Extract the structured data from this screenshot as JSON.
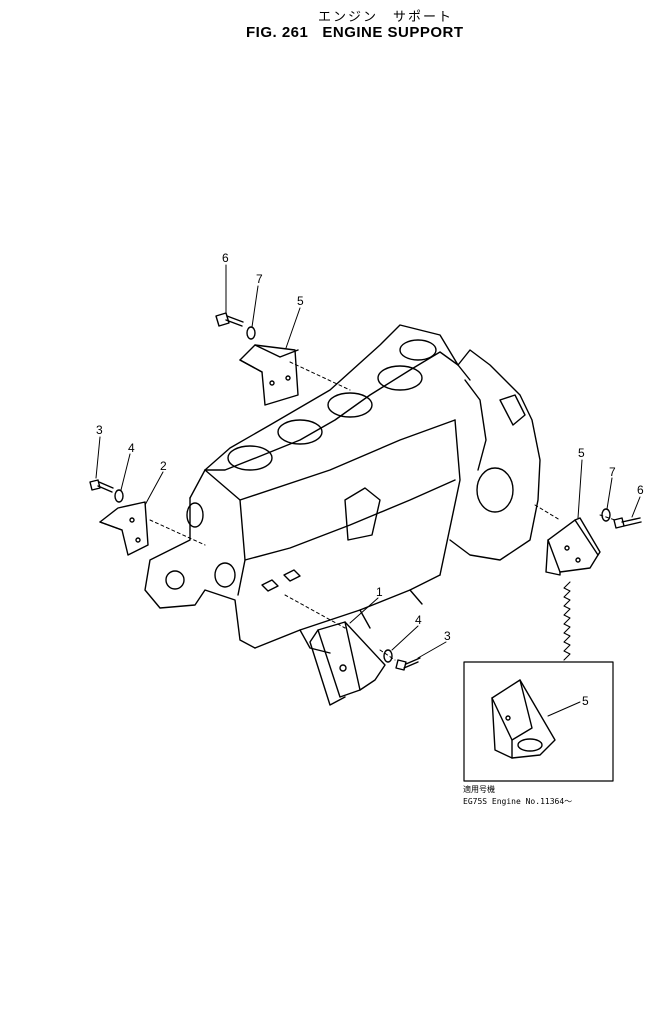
{
  "figure": {
    "title_jp": "エンジン　サポート",
    "fig_number": "FIG. 261",
    "title_en": "ENGINE SUPPORT"
  },
  "callouts": [
    {
      "id": "c6a",
      "label": "6"
    },
    {
      "id": "c7a",
      "label": "7"
    },
    {
      "id": "c5a",
      "label": "5"
    },
    {
      "id": "c3a",
      "label": "3"
    },
    {
      "id": "c4a",
      "label": "4"
    },
    {
      "id": "c2",
      "label": "2"
    },
    {
      "id": "c1",
      "label": "1"
    },
    {
      "id": "c4b",
      "label": "4"
    },
    {
      "id": "c3b",
      "label": "3"
    },
    {
      "id": "c5b",
      "label": "5"
    },
    {
      "id": "c7b",
      "label": "7"
    },
    {
      "id": "c6b",
      "label": "6"
    },
    {
      "id": "c5c",
      "label": "5"
    }
  ],
  "inset_note": {
    "jp": "適用号機",
    "en": "EG75S Engine No.11364～"
  }
}
